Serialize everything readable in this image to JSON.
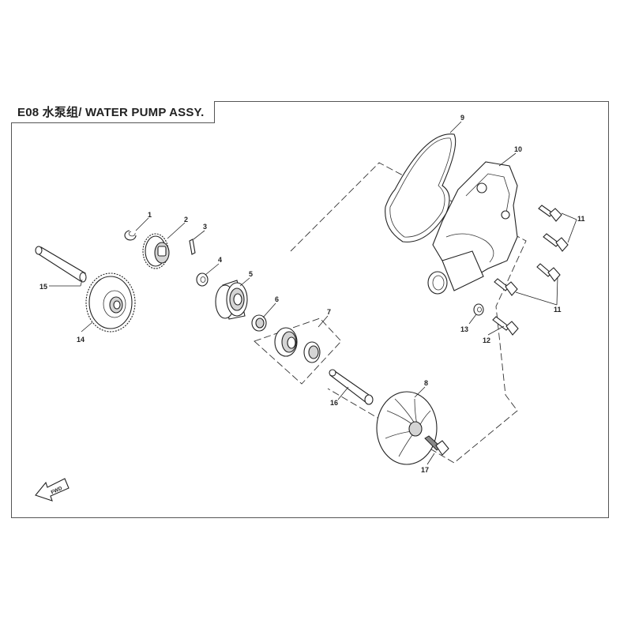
{
  "title": "E08 水泵组/ WATER PUMP ASSY.",
  "fwd_label": "FWD",
  "callouts": [
    "1",
    "2",
    "3",
    "4",
    "5",
    "6",
    "7",
    "8",
    "9",
    "10",
    "11",
    "11",
    "12",
    "13",
    "14",
    "15",
    "16",
    "17"
  ]
}
